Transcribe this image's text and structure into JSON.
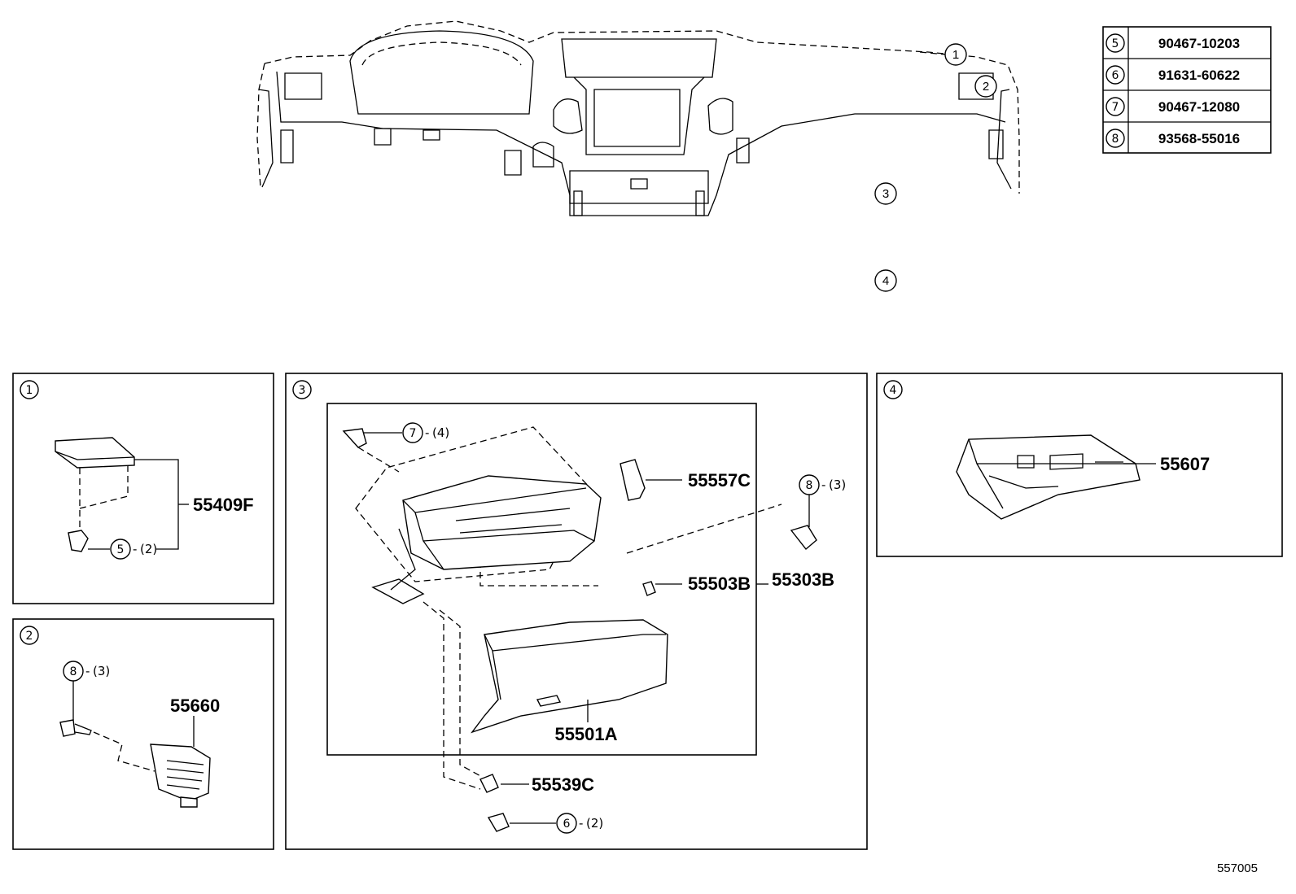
{
  "fastener_table": [
    {
      "ref": "5",
      "part": "90467-10203"
    },
    {
      "ref": "6",
      "part": "91631-60622"
    },
    {
      "ref": "7",
      "part": "90467-12080"
    },
    {
      "ref": "8",
      "part": "93568-55016"
    }
  ],
  "overview_callouts": [
    "1",
    "2",
    "3",
    "4"
  ],
  "panel1": {
    "index": "1",
    "part": "55409F",
    "fastener": {
      "ref": "5",
      "qty": "(2)"
    }
  },
  "panel2": {
    "index": "2",
    "part": "55660",
    "fastener": {
      "ref": "8",
      "qty": "(3)"
    }
  },
  "panel3": {
    "index": "3",
    "assembly": "55303B",
    "parts": {
      "bumper": "55557C",
      "stopper": "55503B",
      "door": "55501A",
      "clip": "55539C"
    },
    "fastener_top": {
      "ref": "7",
      "qty": "(4)"
    },
    "fastener_right": {
      "ref": "8",
      "qty": "(3)"
    },
    "fastener_bottom": {
      "ref": "6",
      "qty": "(2)"
    }
  },
  "panel4": {
    "index": "4",
    "part": "55607"
  },
  "diagram_id": "557005"
}
